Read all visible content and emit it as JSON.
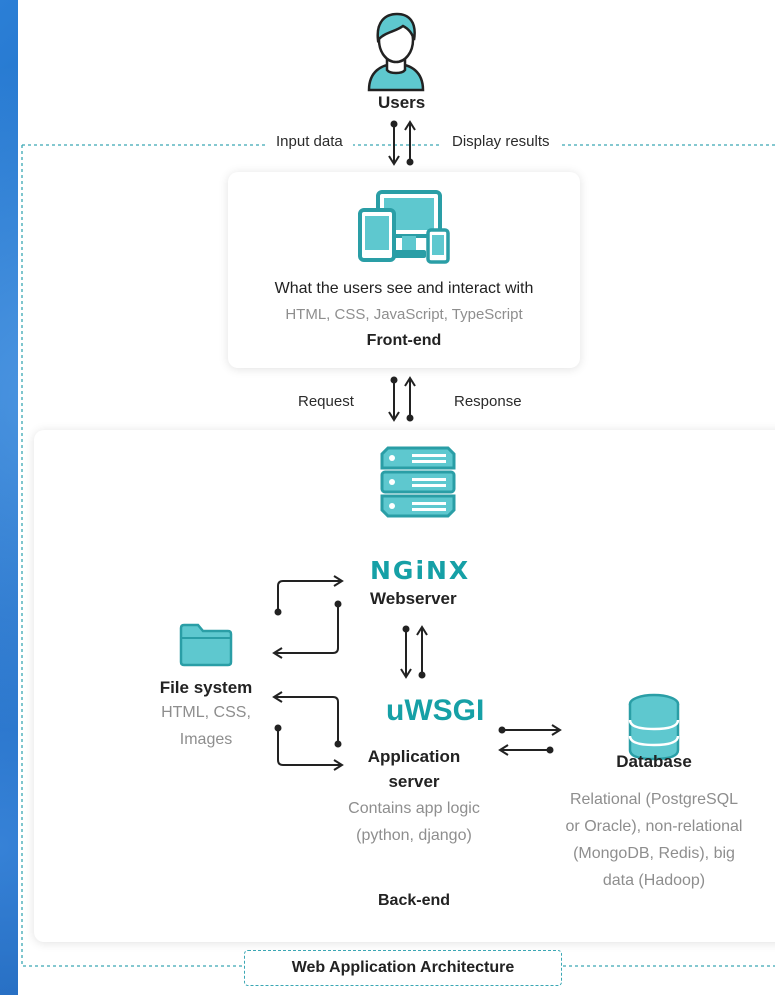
{
  "users": {
    "label": "Users"
  },
  "top_arrows": {
    "left": "Input data",
    "right": "Display results"
  },
  "frontend": {
    "description": "What the users see and interact with",
    "tech": "HTML, CSS, JavaScript, TypeScript",
    "title": "Front-end"
  },
  "middle_arrows": {
    "left": "Request",
    "right": "Response"
  },
  "webserver": {
    "logo": "NGiNX",
    "label": "Webserver"
  },
  "appserver": {
    "logo": "uWSGI",
    "label_line1": "Application",
    "label_line2": "server",
    "desc_line1": "Contains app logic",
    "desc_line2": "(python, django)"
  },
  "filesystem": {
    "label": "File system",
    "desc_line1": "HTML, CSS,",
    "desc_line2": "Images"
  },
  "database": {
    "label": "Database",
    "desc_line1": "Relational (PostgreSQL",
    "desc_line2": "or Oracle), non-relational",
    "desc_line3": "(MongoDB, Redis), big",
    "desc_line4": "data (Hadoop)"
  },
  "backend": {
    "title": "Back-end"
  },
  "footer": {
    "title": "Web Application Architecture"
  },
  "colors": {
    "accent": "#5ec8cf",
    "accent_dark": "#2a9ea6",
    "text_gray": "#8e8e8e",
    "nginx": "#16a0a6"
  }
}
